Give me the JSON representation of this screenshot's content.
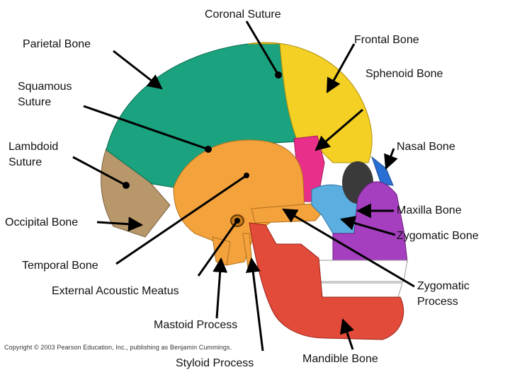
{
  "labels": {
    "coronal_suture": "Coronal Suture",
    "parietal_bone": "Parietal Bone",
    "frontal_bone": "Frontal Bone",
    "sphenoid_bone": "Sphenoid Bone",
    "squamous_suture": "Squamous\nSuture",
    "lambdoid_suture": "Lambdoid\nSuture",
    "nasal_bone": "Nasal Bone",
    "maxilla_bone": "Maxilla Bone",
    "occipital_bone": "Occipital Bone",
    "zygomatic_bone": "Zygomatic Bone",
    "temporal_bone": "Temporal Bone",
    "external_acoustic_meatus": "External Acoustic Meatus",
    "zygomatic_process": "Zygomatic\nProcess",
    "mastoid_process": "Mastoid Process",
    "styloid_process": "Styloid Process",
    "mandible_bone": "Mandible Bone"
  },
  "copyright": "Copyright © 2003 Pearson Education, Inc., publishing as Benjamin Cummings.",
  "colors": {
    "parietal": "#1aa37e",
    "frontal": "#f4d024",
    "sphenoid": "#e8308a",
    "temporal": "#f4a23c",
    "occipital": "#b8976a",
    "nasal": "#2a6fd4",
    "maxilla": "#a63fbf",
    "zygomatic": "#5aaee0",
    "mandible": "#e24a3a",
    "teeth": "#ffffff",
    "arrow": "#000000"
  }
}
